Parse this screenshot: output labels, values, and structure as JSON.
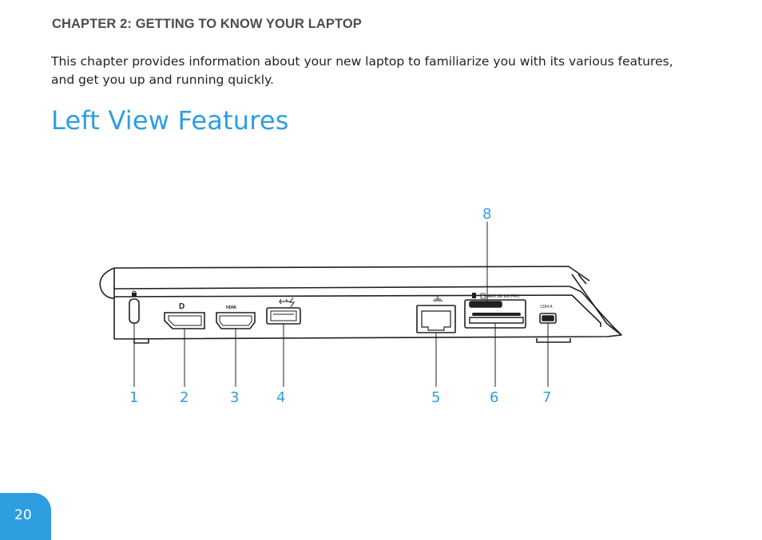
{
  "header": {
    "chapter": "CHAPTER 2: GETTING TO KNOW YOUR LAPTOP"
  },
  "intro": {
    "text": "This chapter provides information about your new laptop to familiarize you with its various features, and get you up and running quickly."
  },
  "section": {
    "title": "Left View Features"
  },
  "figure": {
    "callouts": [
      "1",
      "2",
      "3",
      "4",
      "5",
      "6",
      "7",
      "8"
    ],
    "port_labels": {
      "hdmi": "HDMI",
      "card_reader": "MMC SD MS PRO",
      "ieee1394": "1394 A"
    }
  },
  "footer": {
    "page_number": "20"
  },
  "colors": {
    "accent": "#2f9ee0",
    "text": "#231f20",
    "heading_gray": "#4d4d4f"
  }
}
